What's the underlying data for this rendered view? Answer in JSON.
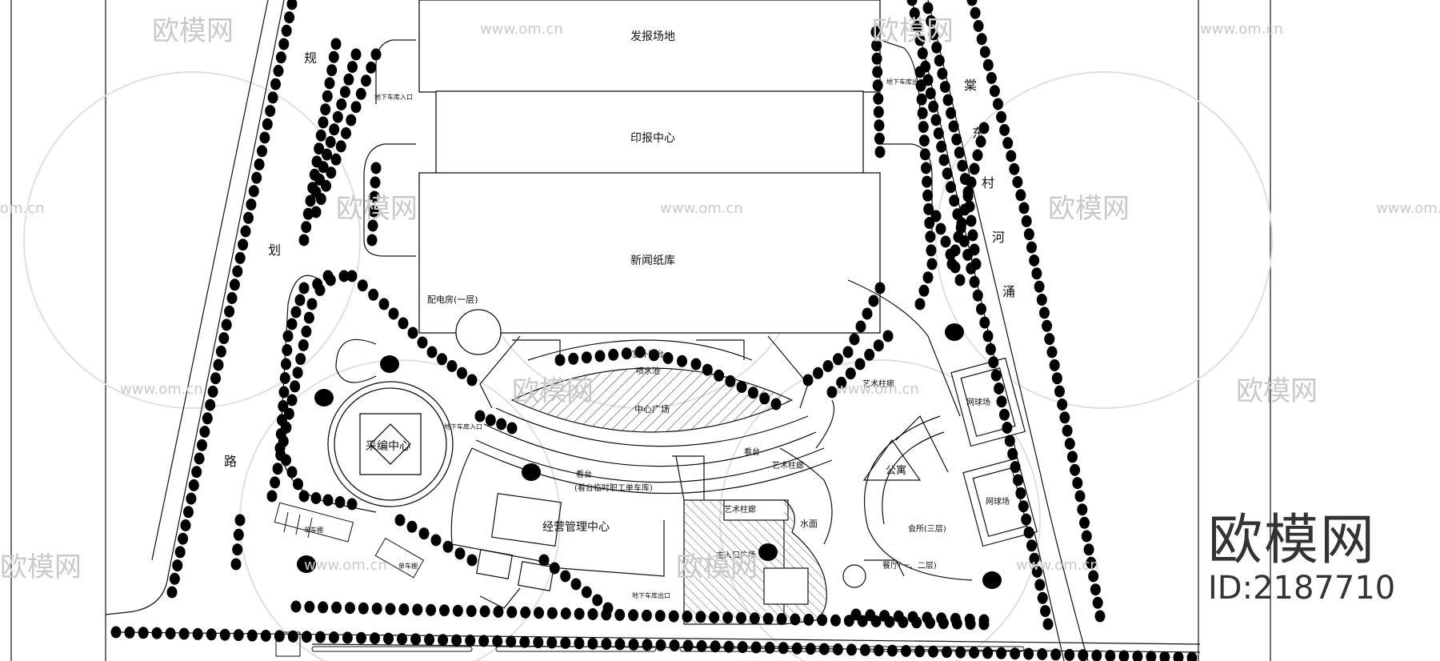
{
  "plan": {
    "labels": {
      "issue_yard": "发报场地",
      "print_center": "印报中心",
      "paper_store": "新闻纸库",
      "power_room": "配电房(一层)",
      "underground_entry_top": "地下车库入口",
      "underground_exit_top": "地下车库出口",
      "outdoor_stage": "室外舞台",
      "fountain_pool": "喷水池",
      "central_plaza": "中心广场",
      "art_colonnade_1": "艺术柱廊",
      "art_colonnade_2": "艺术柱廊",
      "art_colonnade_3": "艺术柱廊",
      "underground_entry_mid": "地下车库入口",
      "editorial_center": "采编中心",
      "stand": "看台",
      "stand_2": "看台",
      "stand_note": "(看台临时职工单车库)",
      "operations_center": "经营管理中心",
      "water_feature": "水面",
      "dormitory": "公寓",
      "tennis_1": "网球场",
      "tennis_2": "网球场",
      "clubhouse": "会所(三层)",
      "dining": "餐厅(一、二层)",
      "bike_shed_1": "单车棚",
      "bike_shed_2": "单车棚",
      "underground_exit_bottom": "地下车库出口",
      "main_entry": "主入口广场",
      "road_west": [
        "规",
        "划",
        "路"
      ],
      "river_east": [
        "棠",
        "东",
        "村",
        "河",
        "涌"
      ]
    },
    "watermarks": {
      "brand_text": "欧模网",
      "site_url": "www.om.cn",
      "site_url_short": "om.cn"
    }
  },
  "brand": {
    "logo": "欧模网",
    "id": "ID:2187710"
  }
}
